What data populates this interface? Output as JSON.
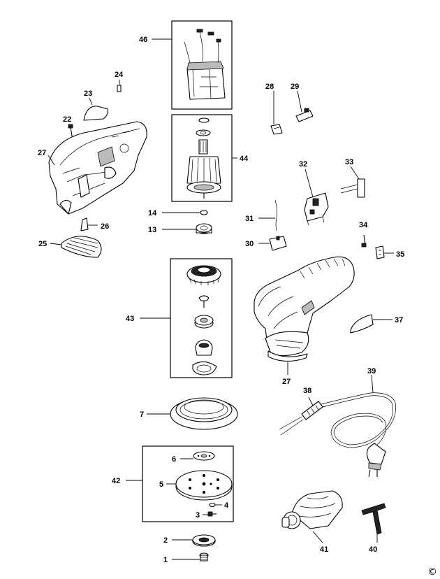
{
  "labels": {
    "p46": "46",
    "p24": "24",
    "p23": "23",
    "p22": "22",
    "p27a": "27",
    "p28": "28",
    "p29": "29",
    "p44": "44",
    "p32": "32",
    "p33": "33",
    "p14": "14",
    "p13": "13",
    "p26": "26",
    "p25": "25",
    "p31": "31",
    "p30": "30",
    "p34": "34",
    "p35": "35",
    "p43": "43",
    "p37": "37",
    "p27b": "27",
    "p39": "39",
    "p38": "38",
    "p7": "7",
    "p6": "6",
    "p42": "42",
    "p5": "5",
    "p4": "4",
    "p3": "3",
    "p2": "2",
    "p1": "1",
    "p41": "41",
    "p40": "40"
  },
  "copyright": "©"
}
